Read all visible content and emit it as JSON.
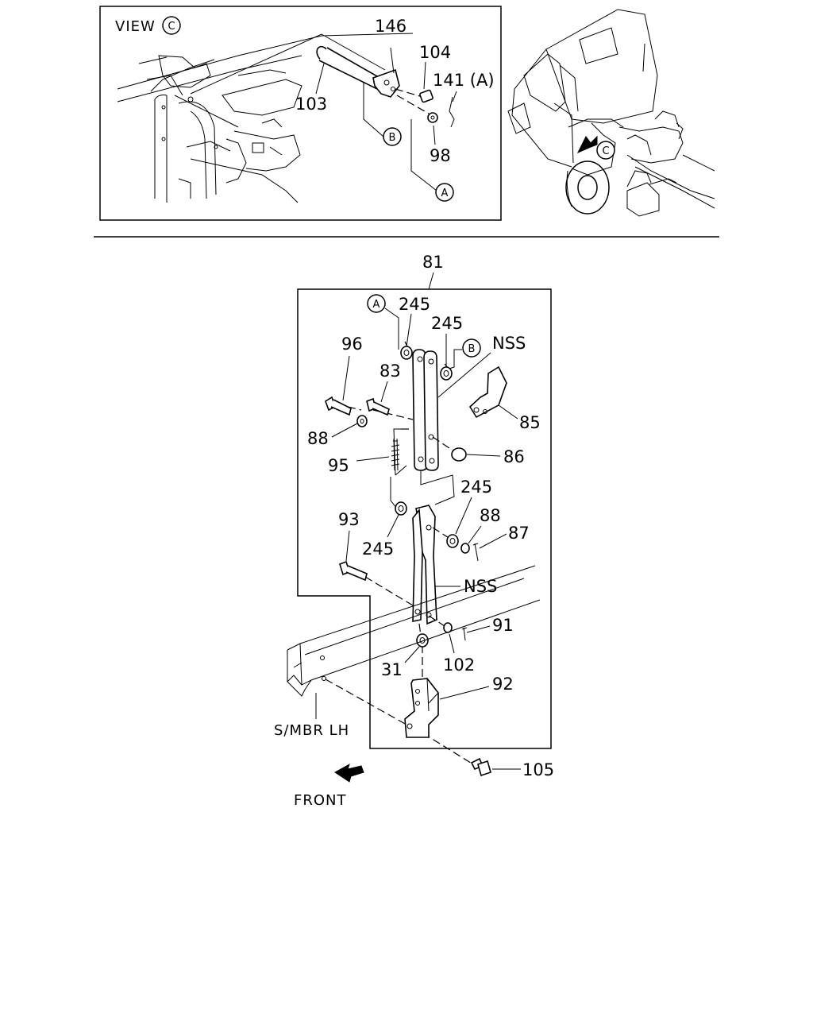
{
  "view": {
    "title": "VIEW",
    "marker": "C"
  },
  "labels": {
    "p146": "146",
    "p104": "104",
    "p141": "141 (A)",
    "p103": "103",
    "p98": "98",
    "p81": "81",
    "p245a": "245",
    "p245b": "245",
    "nss1": "NSS",
    "p96": "96",
    "p83": "83",
    "p85": "85",
    "p88a": "88",
    "p95": "95",
    "p86": "86",
    "p245c": "245",
    "p88b": "88",
    "p87": "87",
    "p93": "93",
    "p245d": "245",
    "nss2": "NSS",
    "p91": "91",
    "p31": "31",
    "p102": "102",
    "p92": "92",
    "p105": "105",
    "smbr": "S/MBR  LH",
    "front": "FRONT"
  },
  "refs": {
    "a": "A",
    "b": "B",
    "c": "C"
  }
}
